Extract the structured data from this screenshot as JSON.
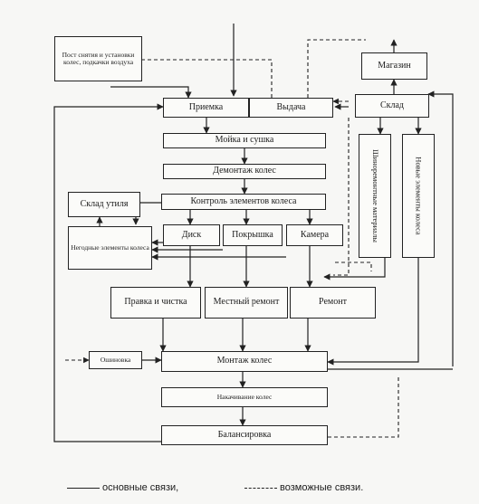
{
  "nodes": {
    "post": "Пост снятия и установки колес, подкачки воздуха",
    "magazin": "Магазин",
    "sklad": "Склад",
    "priemka": "Приемка",
    "vydacha": "Выдача",
    "moika": "Мойка и сушка",
    "demontazh": "Демонтаж колес",
    "kontrol": "Контроль элементов колеса",
    "sklad_utilya": "Склад утиля",
    "negodnye": "Негодные элементы колеса",
    "disk": "Диск",
    "pokryshka": "Покрышка",
    "kamera": "Камера",
    "pravka": "Правка и чистка",
    "mestny": "Местный ремонт",
    "remont": "Ремонт",
    "shinoremont": "Шиноремонтные материалы",
    "novye": "Новые элементы колеса",
    "oshinovka": "Ошиновка",
    "montazh": "Монтаж колес",
    "nakachivanie": "Накачивание колес",
    "balansirovka": "Балансировка"
  },
  "legend": {
    "main": "основные связи,",
    "possible": "возможные связи."
  },
  "colors": {
    "ink": "#222222",
    "paper": "#f7f7f5",
    "accent": "#5a6fb0"
  }
}
